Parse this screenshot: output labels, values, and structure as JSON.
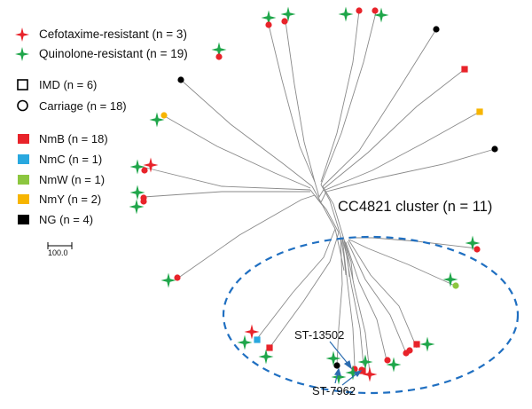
{
  "legend": {
    "resistance": [
      {
        "label": "Cefotaxime-resistant (n = 3)",
        "marker": "star",
        "color": "#e8232a"
      },
      {
        "label": "Quinolone-resistant (n = 19)",
        "marker": "star",
        "color": "#1fa64a"
      }
    ],
    "source": [
      {
        "label": "IMD (n = 6)",
        "marker": "square-outline"
      },
      {
        "label": "Carriage (n = 18)",
        "marker": "circle-outline"
      }
    ],
    "serogroup": [
      {
        "label": "NmB (n = 18)",
        "color": "#e8232a"
      },
      {
        "label": "NmC (n = 1)",
        "color": "#29a8df"
      },
      {
        "label": "NmW (n = 1)",
        "color": "#8cc63f"
      },
      {
        "label": "NmY (n = 2)",
        "color": "#f7b500"
      },
      {
        "label": "NG (n = 4)",
        "color": "#000000"
      }
    ]
  },
  "scale_bar": {
    "label": "100.0"
  },
  "cluster": {
    "label": "CC4821 cluster (n = 11)",
    "outline_color": "#1f6fc1"
  },
  "annotations": [
    {
      "id": "st13502",
      "label": "ST-13502"
    },
    {
      "id": "st7962",
      "label": "ST-7962"
    }
  ],
  "colors": {
    "branch": "#8a8a8a",
    "red": "#e8232a",
    "green": "#1fa64a",
    "blue": "#29a8df",
    "lime": "#8cc63f",
    "yellow": "#f7b500",
    "black": "#000000",
    "arrow": "#2b6cb0"
  }
}
